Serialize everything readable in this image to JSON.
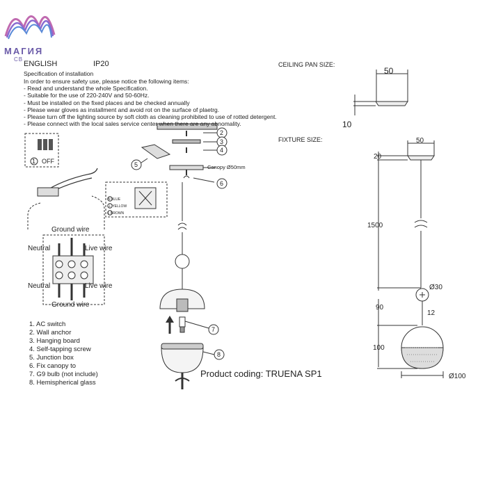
{
  "logo": {
    "text": "МАГИЯ",
    "sub": "СВ"
  },
  "header": {
    "language": "ENGLISH",
    "ip": "IP20"
  },
  "spec": {
    "title": "Specification of installation",
    "lines": [
      "In order to ensure safety use, please notice the following items:",
      "- Read and understand the whole Specification.",
      "- Suitable for the use of 220-240V and 50-60Hz.",
      "- Must be installed on the fixed places and be checked annually",
      "- Please wear gloves as installment and avoid rot on the surface of plaetrg.",
      "- Please turn off the lighting source by soft cloth as cleaning prohibited to use of rotted detergent.",
      "- Please connect with the local sales service center when there are any abnomality."
    ]
  },
  "switch": {
    "number": "1",
    "label": "OFF"
  },
  "wiring": {
    "ground_top": "Ground wire",
    "neutral_top": "Neutral",
    "live_top": "Live wire",
    "neutral_bottom": "Neutral",
    "live_bottom": "Live wire",
    "ground_bottom": "Ground wire"
  },
  "wire_legend": [
    {
      "code": "N",
      "label": "BLUE"
    },
    {
      "code": "⏚",
      "label": "YELLOW"
    },
    {
      "code": "L",
      "label": "BROWN"
    }
  ],
  "callouts": {
    "c2": "2",
    "c3": "3",
    "c4": "4",
    "c5": "5",
    "c6": "6",
    "c7": "7",
    "c8": "8"
  },
  "canopy_label": "Canopy Ø50mm",
  "parts": [
    "1. AC switch",
    "2. Wall anchor",
    "3. Hanging board",
    "4. Self-tapping screw",
    "5. Junction box",
    "6. Fix canopy to",
    "7. G9 bulb (not include)",
    "8. Hemispherical glass"
  ],
  "product_coding": "Product coding: TRUENA SP1",
  "ceiling_pan": {
    "title": "CEILING PAN  SIZE:",
    "width": "50",
    "height": "10"
  },
  "fixture": {
    "title": "FIXTURE SIZE:",
    "top_width": "50",
    "canopy_h": "20",
    "cable_len": "1500",
    "ball_d": "Ø30",
    "upper_h": "90",
    "neck": "12",
    "shade_h": "100",
    "shade_d": "Ø100"
  },
  "colors": {
    "line": "#333333",
    "logo": "#6a5aa8"
  }
}
